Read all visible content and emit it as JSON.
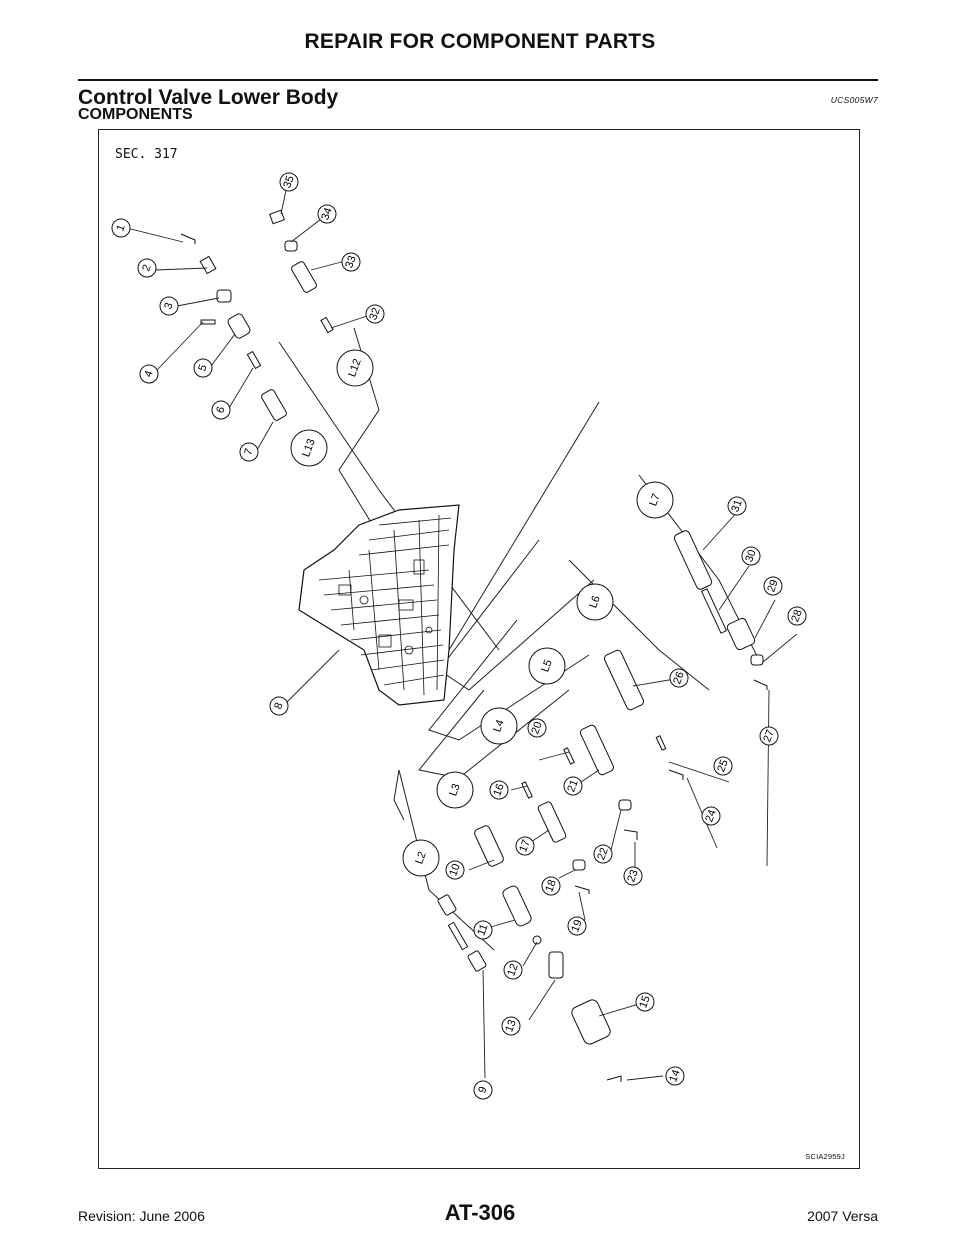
{
  "header": {
    "title": "REPAIR FOR COMPONENT PARTS"
  },
  "section": {
    "title": "Control Valve Lower Body",
    "code": "UCS005W7"
  },
  "subsection": {
    "title": "COMPONENTS"
  },
  "figure": {
    "sec_label": "SEC. 317",
    "figure_id": "SCIA2959J",
    "part_numbers": [
      "1",
      "2",
      "3",
      "4",
      "5",
      "6",
      "7",
      "8",
      "9",
      "10",
      "11",
      "12",
      "13",
      "14",
      "15",
      "16",
      "17",
      "18",
      "19",
      "20",
      "21",
      "22",
      "23",
      "24",
      "25",
      "26",
      "27",
      "28",
      "29",
      "30",
      "31",
      "32",
      "33",
      "34",
      "35"
    ],
    "passage_labels": [
      "L2",
      "L3",
      "L4",
      "L5",
      "L6",
      "L7",
      "L12",
      "L13"
    ]
  },
  "footer": {
    "revision": "Revision: June 2006",
    "page": "AT-306",
    "model": "2007 Versa"
  }
}
